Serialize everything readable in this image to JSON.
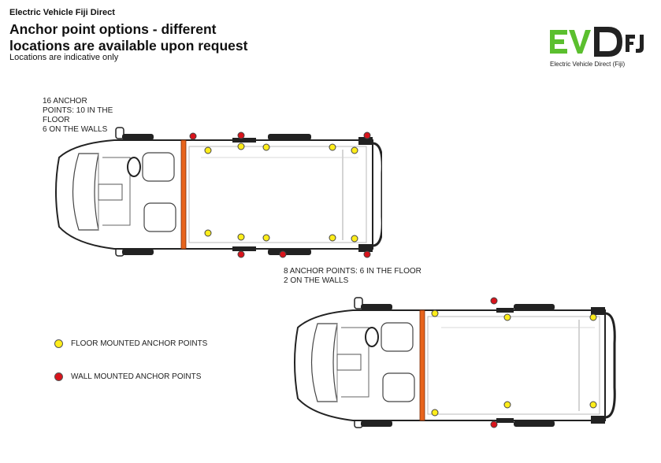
{
  "header": {
    "company": "Electric Vehicle Fiji Direct",
    "headline_line1": "Anchor point options - different",
    "headline_line2": "locations are available upon request",
    "note": "Locations are indicative only"
  },
  "logo": {
    "tagline": "Electric Vehicle Direct (Fiji)",
    "green": "#5bbf2e",
    "dark": "#222222"
  },
  "diagram_top": {
    "label_lines": [
      "16 ANCHOR",
      "POINTS: 10 IN THE",
      "FLOOR",
      "6 ON THE WALLS"
    ]
  },
  "diagram_bottom": {
    "label_lines": [
      "8 ANCHOR POINTS: 6 IN THE FLOOR",
      "2 ON THE WALLS"
    ]
  },
  "legend": {
    "floor_label": "FLOOR MOUNTED ANCHOR POINTS",
    "wall_label": "WALL MOUNTED ANCHOR POINTS"
  },
  "colors": {
    "floor_point": "#ffed1a",
    "wall_point": "#d8141c",
    "bulkhead": "#e8641c"
  }
}
